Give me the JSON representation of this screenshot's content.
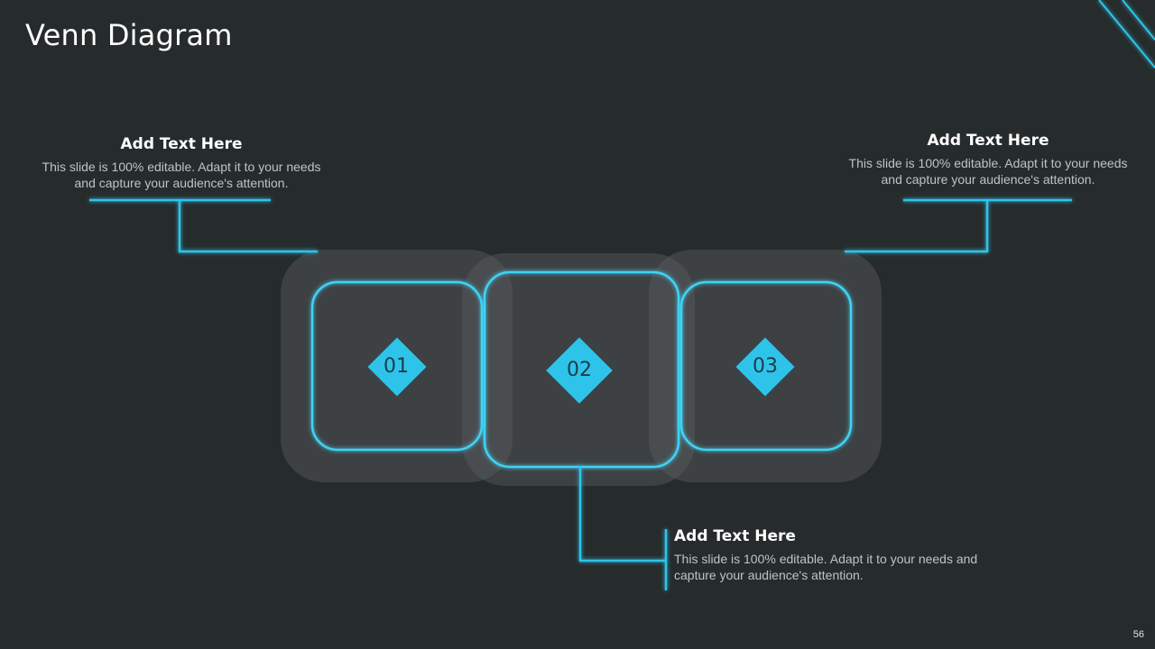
{
  "slide": {
    "title": "Venn Diagram",
    "page_number": "56"
  },
  "blocks": [
    {
      "heading": "Add Text Here",
      "body": "This slide is 100% editable. Adapt it to your needs and capture your audience's attention."
    },
    {
      "heading": "Add Text Here",
      "body": "This slide is 100% editable. Adapt it to your needs and capture your audience's attention."
    },
    {
      "heading": "Add Text Here",
      "body": "This slide is 100% editable. Adapt it to your needs and capture your audience's attention."
    }
  ],
  "items": [
    {
      "number": "01"
    },
    {
      "number": "02"
    },
    {
      "number": "03"
    }
  ],
  "colors": {
    "background": "#262b2c",
    "accent": "#2ec4ea",
    "glow": "#3fd2f5",
    "shape_fill": "#4a4e50"
  },
  "icons": [
    "diamond-icon"
  ]
}
